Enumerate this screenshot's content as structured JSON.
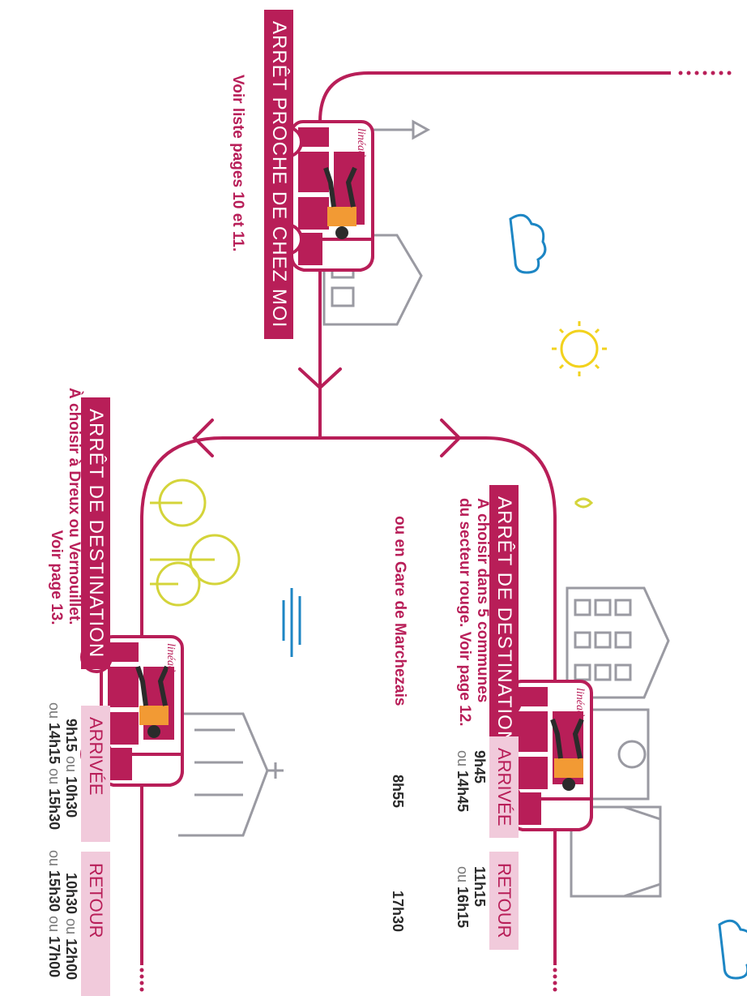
{
  "brand": {
    "name": "linéad",
    "accent": "#b81e58",
    "accent_light": "#f1cadb"
  },
  "origin": {
    "title": "ARRÊT PROCHE DE CHEZ MOI",
    "subtitle": "Voir liste pages 10 et 11."
  },
  "destination_red": {
    "title": "ARRÊT DE DESTINATION",
    "subtitle_lines": [
      "À choisir dans 5 communes",
      "du secteur rouge. Voir page 12."
    ],
    "arrivee_label": "ARRIVÉE",
    "retour_label": "RETOUR",
    "arrivee_line1": "9h45",
    "arrivee_line2_ou": "ou",
    "arrivee_line2": "14h45",
    "retour_line1": "11h15",
    "retour_line2_ou": "ou",
    "retour_line2": "16h15",
    "gare_label": "ou en Gare de Marchezais",
    "gare_arrivee": "8h55",
    "gare_retour": "17h30"
  },
  "destination_dreux": {
    "title": "ARRÊT DE DESTINATION",
    "subtitle_lines": [
      "À choisir à Dreux ou Vernouillet.",
      "Voir page 13."
    ],
    "arrivee_label": "ARRIVÉE",
    "retour_label": "RETOUR",
    "arrivee_a": "9h15",
    "arrivee_b": "10h30",
    "arrivee_c": "14h15",
    "arrivee_d": "15h30",
    "retour_a": "10h30",
    "retour_b": "12h00",
    "retour_c": "15h30",
    "retour_d": "17h00",
    "ou": "ou"
  },
  "icons": [
    "bus-icon",
    "passenger-icon",
    "cloud-icon",
    "sun-icon",
    "house-icon",
    "church-icon",
    "tree-icon",
    "building-icon",
    "streetlamp-icon",
    "arrow-icon"
  ]
}
